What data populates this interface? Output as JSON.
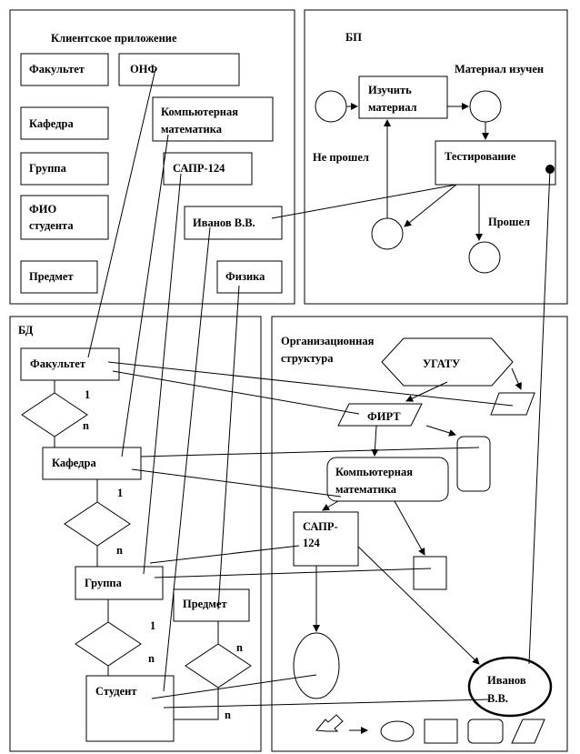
{
  "client": {
    "title": "Клиентское приложение",
    "fields": {
      "faculty": "Факультет",
      "faculty_value": "ОНФ",
      "department": "Кафедра",
      "department_value": [
        "Компьютерная",
        "математика"
      ],
      "group": "Группа",
      "group_value": "САПР-124",
      "student": [
        "ФИО",
        "студента"
      ],
      "student_value": "Иванов В.В.",
      "subject": "Предмет",
      "subject_value": "Физика"
    }
  },
  "bp": {
    "title": "БП",
    "study": [
      "Изучить",
      "материал"
    ],
    "studied": "Материал изучен",
    "not_passed": "Не прошел",
    "testing": "Тестирование",
    "passed": "Прошел"
  },
  "db": {
    "title": "БД",
    "faculty": "Факультет",
    "department": "Кафедра",
    "group": "Группа",
    "student": "Студент",
    "subject": "Предмет",
    "one": "1",
    "n": "n"
  },
  "org": {
    "title": [
      "Организационная",
      "структура"
    ],
    "university": "УГАТУ",
    "faculty": "ФИРТ",
    "department": [
      "Компьютерная",
      "математика"
    ],
    "group": [
      "САПР-",
      "124"
    ],
    "student": [
      "Иванов",
      "В.В."
    ]
  }
}
